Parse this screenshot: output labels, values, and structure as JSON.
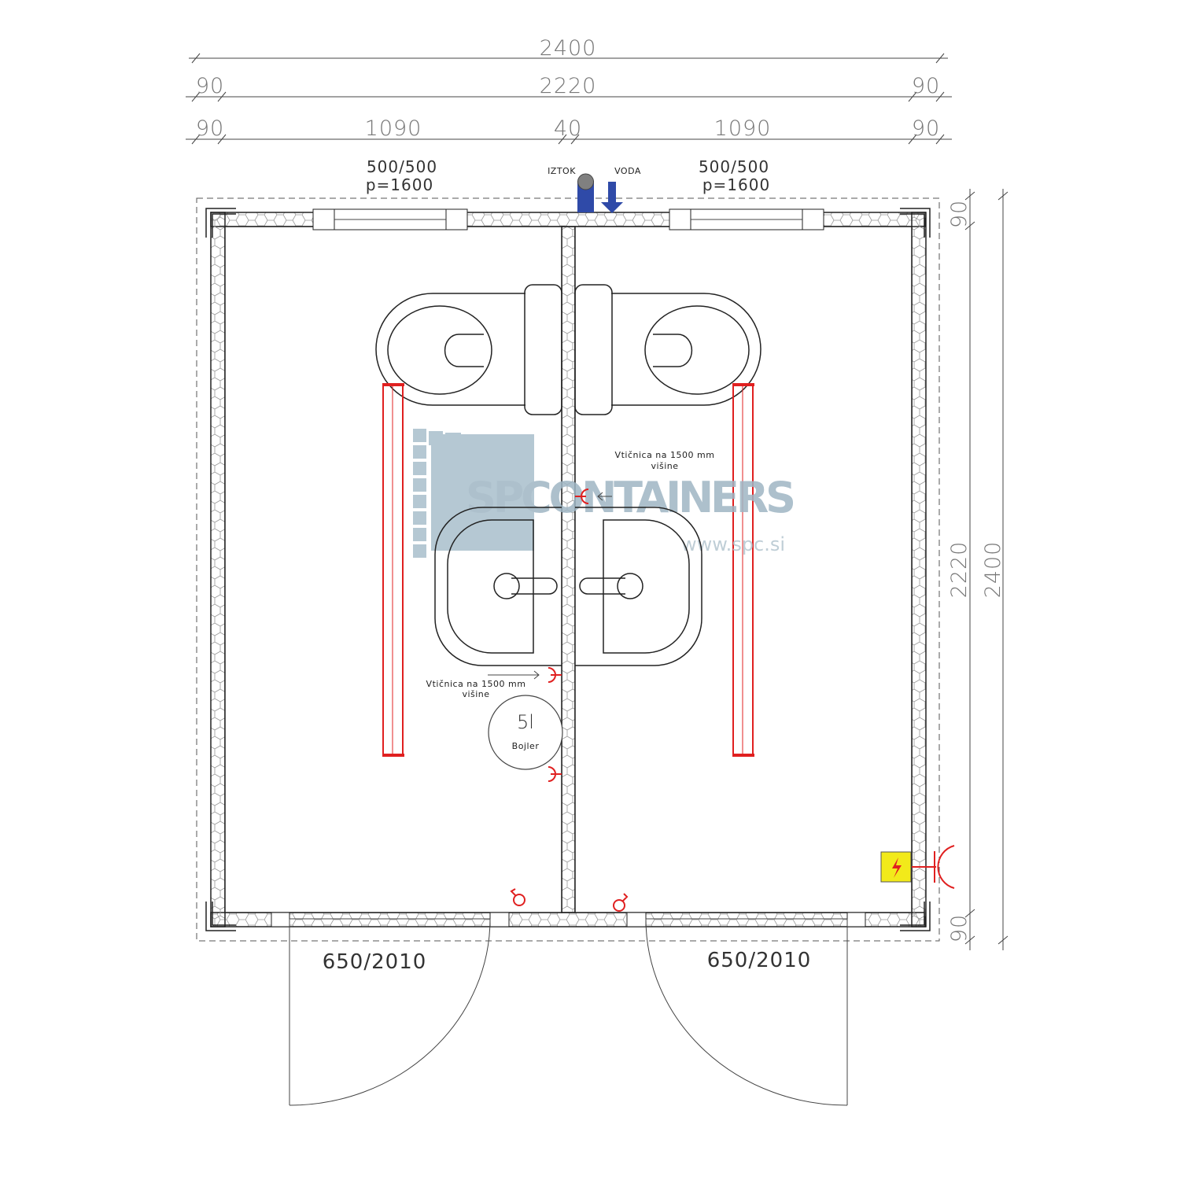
{
  "dimensions": {
    "overall_width": "2400",
    "inner_width": "2220",
    "wall_left": "90",
    "wall_right": "90",
    "seg_wall_left": "90",
    "room_left": "1090",
    "partition": "40",
    "room_right": "1090",
    "seg_wall_right": "90",
    "right_top_wall": "90",
    "right_inner": "2220",
    "right_bottom_wall": "90",
    "right_overall": "2400"
  },
  "windows": [
    {
      "size": "500/500",
      "parapet": "p=1600"
    },
    {
      "size": "500/500",
      "parapet": "p=1600"
    }
  ],
  "utilities": {
    "outflow": "IZTOK",
    "water": "VODA"
  },
  "sockets": {
    "right_note_line1": "Vtičnica na 1500 mm",
    "right_note_line2": "višine",
    "left_note_line1": "Vtičnica na 1500 mm",
    "left_note_line2": "višine"
  },
  "boiler": {
    "volume": "5l",
    "label": "Bojler"
  },
  "doors": [
    {
      "size": "650/2010"
    },
    {
      "size": "650/2010"
    }
  ],
  "watermark": {
    "brand": "SPCONTAINERS",
    "url": "www.spc.si"
  },
  "colors": {
    "accent_red": "#e02020",
    "pipe_blue": "#2f4aa8",
    "electric_yellow": "#f2ea1a",
    "watermark": "#9fb6c4"
  }
}
